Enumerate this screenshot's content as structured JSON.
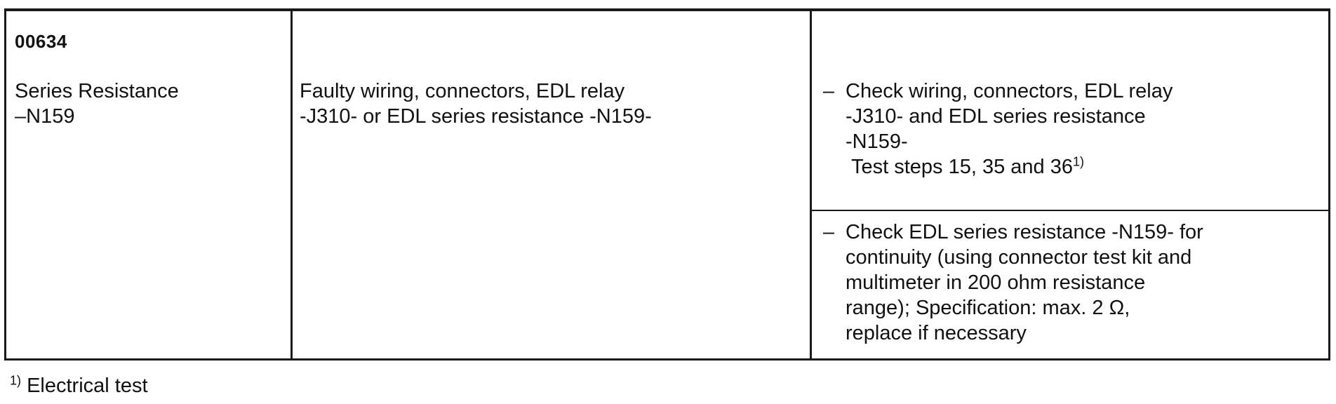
{
  "row": {
    "fault_code": "00634",
    "component": [
      "Series Resistance",
      "–N159"
    ],
    "cause": [
      "Faulty wiring, connectors, EDL relay",
      "-J310- or EDL series resistance -N159-"
    ],
    "remedies": [
      {
        "dash": "–",
        "lines": [
          "Check wiring, connectors, EDL relay",
          "-J310- and EDL series resistance",
          "-N159-"
        ],
        "test_steps": "Test steps 15, 35 and 36",
        "test_ref": "1)"
      },
      {
        "dash": "–",
        "lines": [
          "Check EDL series resistance -N159- for",
          "continuity (using connector test kit and",
          "multimeter in 200 ohm resistance",
          "range);  Specification: max. 2 Ω,",
          "replace if necessary"
        ]
      }
    ]
  },
  "footnote": {
    "ref": "1)",
    "text": " Electrical test"
  }
}
